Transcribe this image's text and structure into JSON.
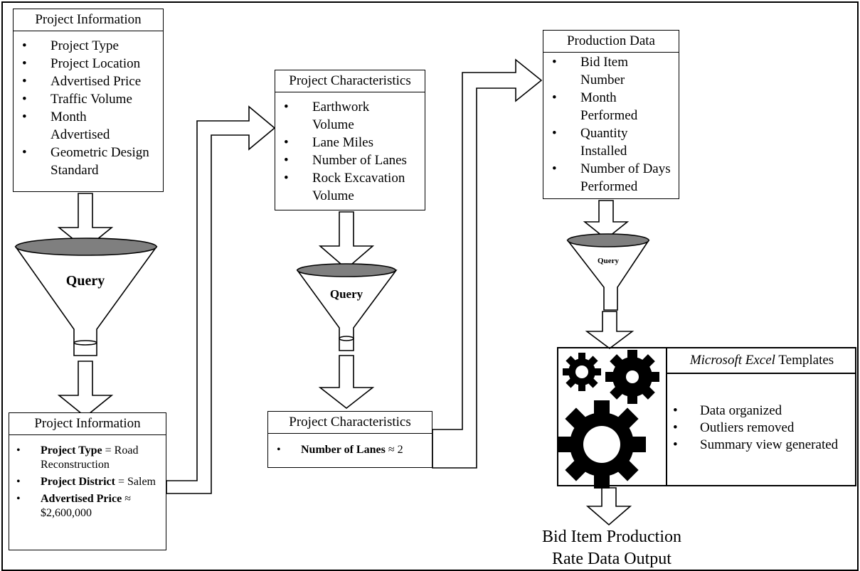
{
  "box_info_top": {
    "title": "Project Information",
    "items": [
      "Project Type",
      "Project Location",
      "Advertised Price",
      "Traffic Volume",
      "Month Advertised",
      "Geometric Design Standard"
    ]
  },
  "box_info_bottom": {
    "title": "Project Information",
    "items": [
      {
        "bold": "Project Type",
        "rest": " = Road Reconstruction"
      },
      {
        "bold": "Project District",
        "rest": " = Salem"
      },
      {
        "bold": "Advertised Price",
        "rest": " ≈ $2,600,000"
      }
    ]
  },
  "box_char_top": {
    "title": "Project Characteristics",
    "items": [
      "Earthwork Volume",
      "Lane Miles",
      "Number of Lanes",
      "Rock Excavation Volume"
    ]
  },
  "box_char_bottom": {
    "title": "Project Characteristics",
    "item_bold": "Number of Lanes",
    "item_rest": " ≈ 2"
  },
  "box_production": {
    "title": "Production Data",
    "items": [
      "Bid Item Number",
      "Month Performed",
      "Quantity Installed",
      "Number of Days Performed"
    ]
  },
  "funnels": {
    "query_1": "Query",
    "query_2": "Query",
    "query_3": "Query"
  },
  "excel": {
    "title_italic": "Microsoft Excel",
    "title_rest": " Templates",
    "items": [
      "Data organized",
      "Outliers removed",
      "Summary view generated"
    ]
  },
  "output": {
    "line1": "Bid Item Production",
    "line2": "Rate Data Output"
  },
  "bullet": "•"
}
